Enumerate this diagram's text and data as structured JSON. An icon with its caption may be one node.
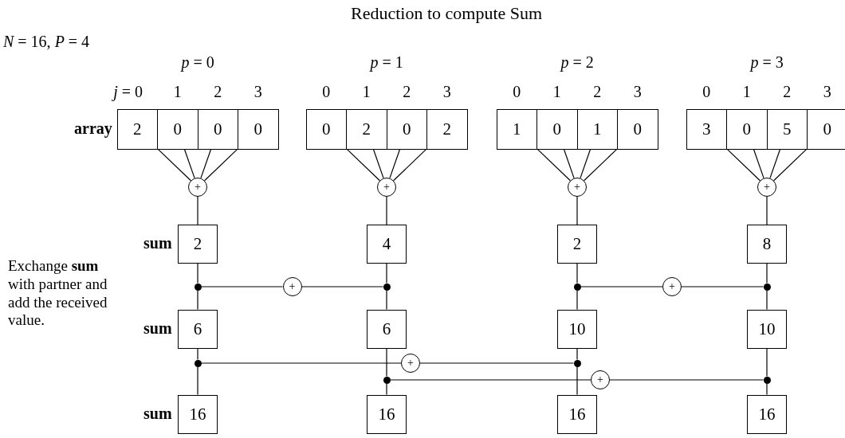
{
  "diagram": {
    "title": "Reduction to compute Sum",
    "nodes": [
      {
        "text": [
          "2"
        ]
      },
      {
        "text": [
          "0"
        ]
      },
      {
        "text": [
          "0"
        ]
      },
      {
        "text": [
          "0"
        ]
      },
      {
        "text": [
          "0"
        ]
      },
      {
        "text": [
          "2"
        ]
      },
      {
        "text": [
          "0"
        ]
      },
      {
        "text": [
          "2"
        ]
      },
      {
        "text": [
          "1"
        ]
      },
      {
        "text": [
          "0"
        ]
      },
      {
        "text": [
          "1"
        ]
      },
      {
        "text": [
          "0"
        ]
      },
      {
        "text": [
          "3"
        ]
      },
      {
        "text": [
          "0"
        ]
      },
      {
        "text": [
          "5"
        ]
      },
      {
        "text": [
          "0"
        ]
      },
      {
        "text": [
          "+"
        ]
      },
      {
        "text": [
          "+"
        ]
      },
      {
        "text": [
          "+"
        ]
      },
      {
        "text": [
          "+"
        ]
      },
      {
        "text": [
          "2"
        ]
      },
      {
        "text": [
          "4"
        ]
      },
      {
        "text": [
          "2"
        ]
      },
      {
        "text": [
          "8"
        ]
      },
      {
        "text": [],
        "shape": "circle"
      },
      {
        "text": [],
        "shape": "circle"
      },
      {
        "text": [],
        "shape": "circle"
      },
      {
        "text": [],
        "shape": "circle"
      },
      {
        "text": [
          "+"
        ]
      },
      {
        "text": [
          "+"
        ]
      },
      {
        "text": [
          "6"
        ]
      },
      {
        "text": [
          "6"
        ]
      },
      {
        "text": [
          "10"
        ]
      },
      {
        "text": [
          "10"
        ]
      },
      {
        "text": [],
        "shape": "circle"
      },
      {
        "text": [],
        "shape": "circle"
      },
      {
        "text": [],
        "shape": "circle"
      },
      {
        "text": [],
        "shape": "circle"
      },
      {
        "text": [
          "+"
        ]
      },
      {
        "text": [
          "+"
        ]
      },
      {
        "text": [
          "16"
        ]
      },
      {
        "text": [
          "16"
        ]
      },
      {
        "text": [
          "16"
        ]
      },
      {
        "text": [
          "16"
        ]
      }
    ],
    "edges": [
      {
        "from": 0,
        "to": 16,
        "arrow": "none"
      },
      {
        "from": 1,
        "to": 16,
        "arrow": "none"
      },
      {
        "from": 2,
        "to": 16,
        "arrow": "none"
      },
      {
        "from": 3,
        "to": 16,
        "arrow": "none"
      },
      {
        "from": 4,
        "to": 17,
        "arrow": "none"
      },
      {
        "from": 5,
        "to": 17,
        "arrow": "none"
      },
      {
        "from": 6,
        "to": 17,
        "arrow": "none"
      },
      {
        "from": 7,
        "to": 17,
        "arrow": "none"
      },
      {
        "from": 8,
        "to": 18,
        "arrow": "none"
      },
      {
        "from": 9,
        "to": 18,
        "arrow": "none"
      },
      {
        "from": 10,
        "to": 18,
        "arrow": "none"
      },
      {
        "from": 11,
        "to": 18,
        "arrow": "none"
      },
      {
        "from": 12,
        "to": 19,
        "arrow": "none"
      },
      {
        "from": 13,
        "to": 19,
        "arrow": "none"
      },
      {
        "from": 14,
        "to": 19,
        "arrow": "none"
      },
      {
        "from": 15,
        "to": 19,
        "arrow": "none"
      },
      {
        "from": 16,
        "to": 20,
        "arrow": "none"
      },
      {
        "from": 17,
        "to": 21,
        "arrow": "none"
      },
      {
        "from": 18,
        "to": 22,
        "arrow": "none"
      },
      {
        "from": 19,
        "to": 23,
        "arrow": "none"
      },
      {
        "from": 20,
        "to": 24,
        "arrow": "none"
      },
      {
        "from": 21,
        "to": 25,
        "arrow": "none"
      },
      {
        "from": 22,
        "to": 26,
        "arrow": "none"
      },
      {
        "from": 23,
        "to": 27,
        "arrow": "none"
      },
      {
        "from": 24,
        "to": 30,
        "arrow": "none"
      },
      {
        "from": 25,
        "to": 31,
        "arrow": "none"
      },
      {
        "from": 26,
        "to": 32,
        "arrow": "none"
      },
      {
        "from": 27,
        "to": 33,
        "arrow": "none"
      },
      {
        "from": 24,
        "to": 28,
        "arrow": "none"
      },
      {
        "from": 28,
        "to": 25,
        "arrow": "none"
      },
      {
        "from": 26,
        "to": 29,
        "arrow": "none"
      },
      {
        "from": 29,
        "to": 27,
        "arrow": "none"
      },
      {
        "from": 30,
        "to": 34,
        "arrow": "none"
      },
      {
        "from": 31,
        "to": 35,
        "arrow": "none"
      },
      {
        "from": 32,
        "to": 36,
        "arrow": "none"
      },
      {
        "from": 33,
        "to": 37,
        "arrow": "none"
      },
      {
        "from": 34,
        "to": 40,
        "arrow": "none"
      },
      {
        "from": 35,
        "to": 41,
        "arrow": "none"
      },
      {
        "from": 36,
        "to": 42,
        "arrow": "none"
      },
      {
        "from": 37,
        "to": 43,
        "arrow": "none"
      },
      {
        "from": 34,
        "to": 38,
        "arrow": "none"
      },
      {
        "from": 38,
        "to": 36,
        "arrow": "none"
      },
      {
        "from": 35,
        "to": 39,
        "arrow": "none"
      },
      {
        "from": 39,
        "to": 37,
        "arrow": "none"
      }
    ],
    "labels": [
      "*N* = 16, *P* = 4",
      "*p* = 0",
      "*p* = 1",
      "*p* = 2",
      "*p* = 3",
      "*j* = 0",
      "1",
      "2",
      "3",
      "0",
      "1",
      "2",
      "3",
      "0",
      "1",
      "2",
      "3",
      "0",
      "1",
      "2",
      "3",
      "array",
      "sum",
      "Exchange **sum** with partner and add the received value.",
      "sum",
      "sum"
    ]
  }
}
